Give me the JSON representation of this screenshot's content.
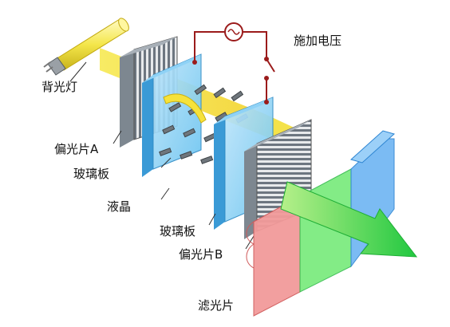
{
  "labels": {
    "backlight": "背光灯",
    "applied_voltage": "施加电压",
    "polarizer_a": "偏光片A",
    "glass_front": "玻璃板",
    "liquid_crystal": "液晶",
    "glass_back": "玻璃板",
    "polarizer_b": "偏光片B",
    "color_filter": "滤光片"
  },
  "colors": {
    "backlight_tube": "#f4e64a",
    "light_beam": "#f2e033",
    "polarizer": "#8a939c",
    "glass": "#4ab2e6",
    "filter_red": "#f08a8a",
    "filter_green": "#52e06a",
    "filter_blue": "#5aa6ee",
    "output_arrow": "#35d64a",
    "circuit_wire": "#9b1b1b"
  }
}
